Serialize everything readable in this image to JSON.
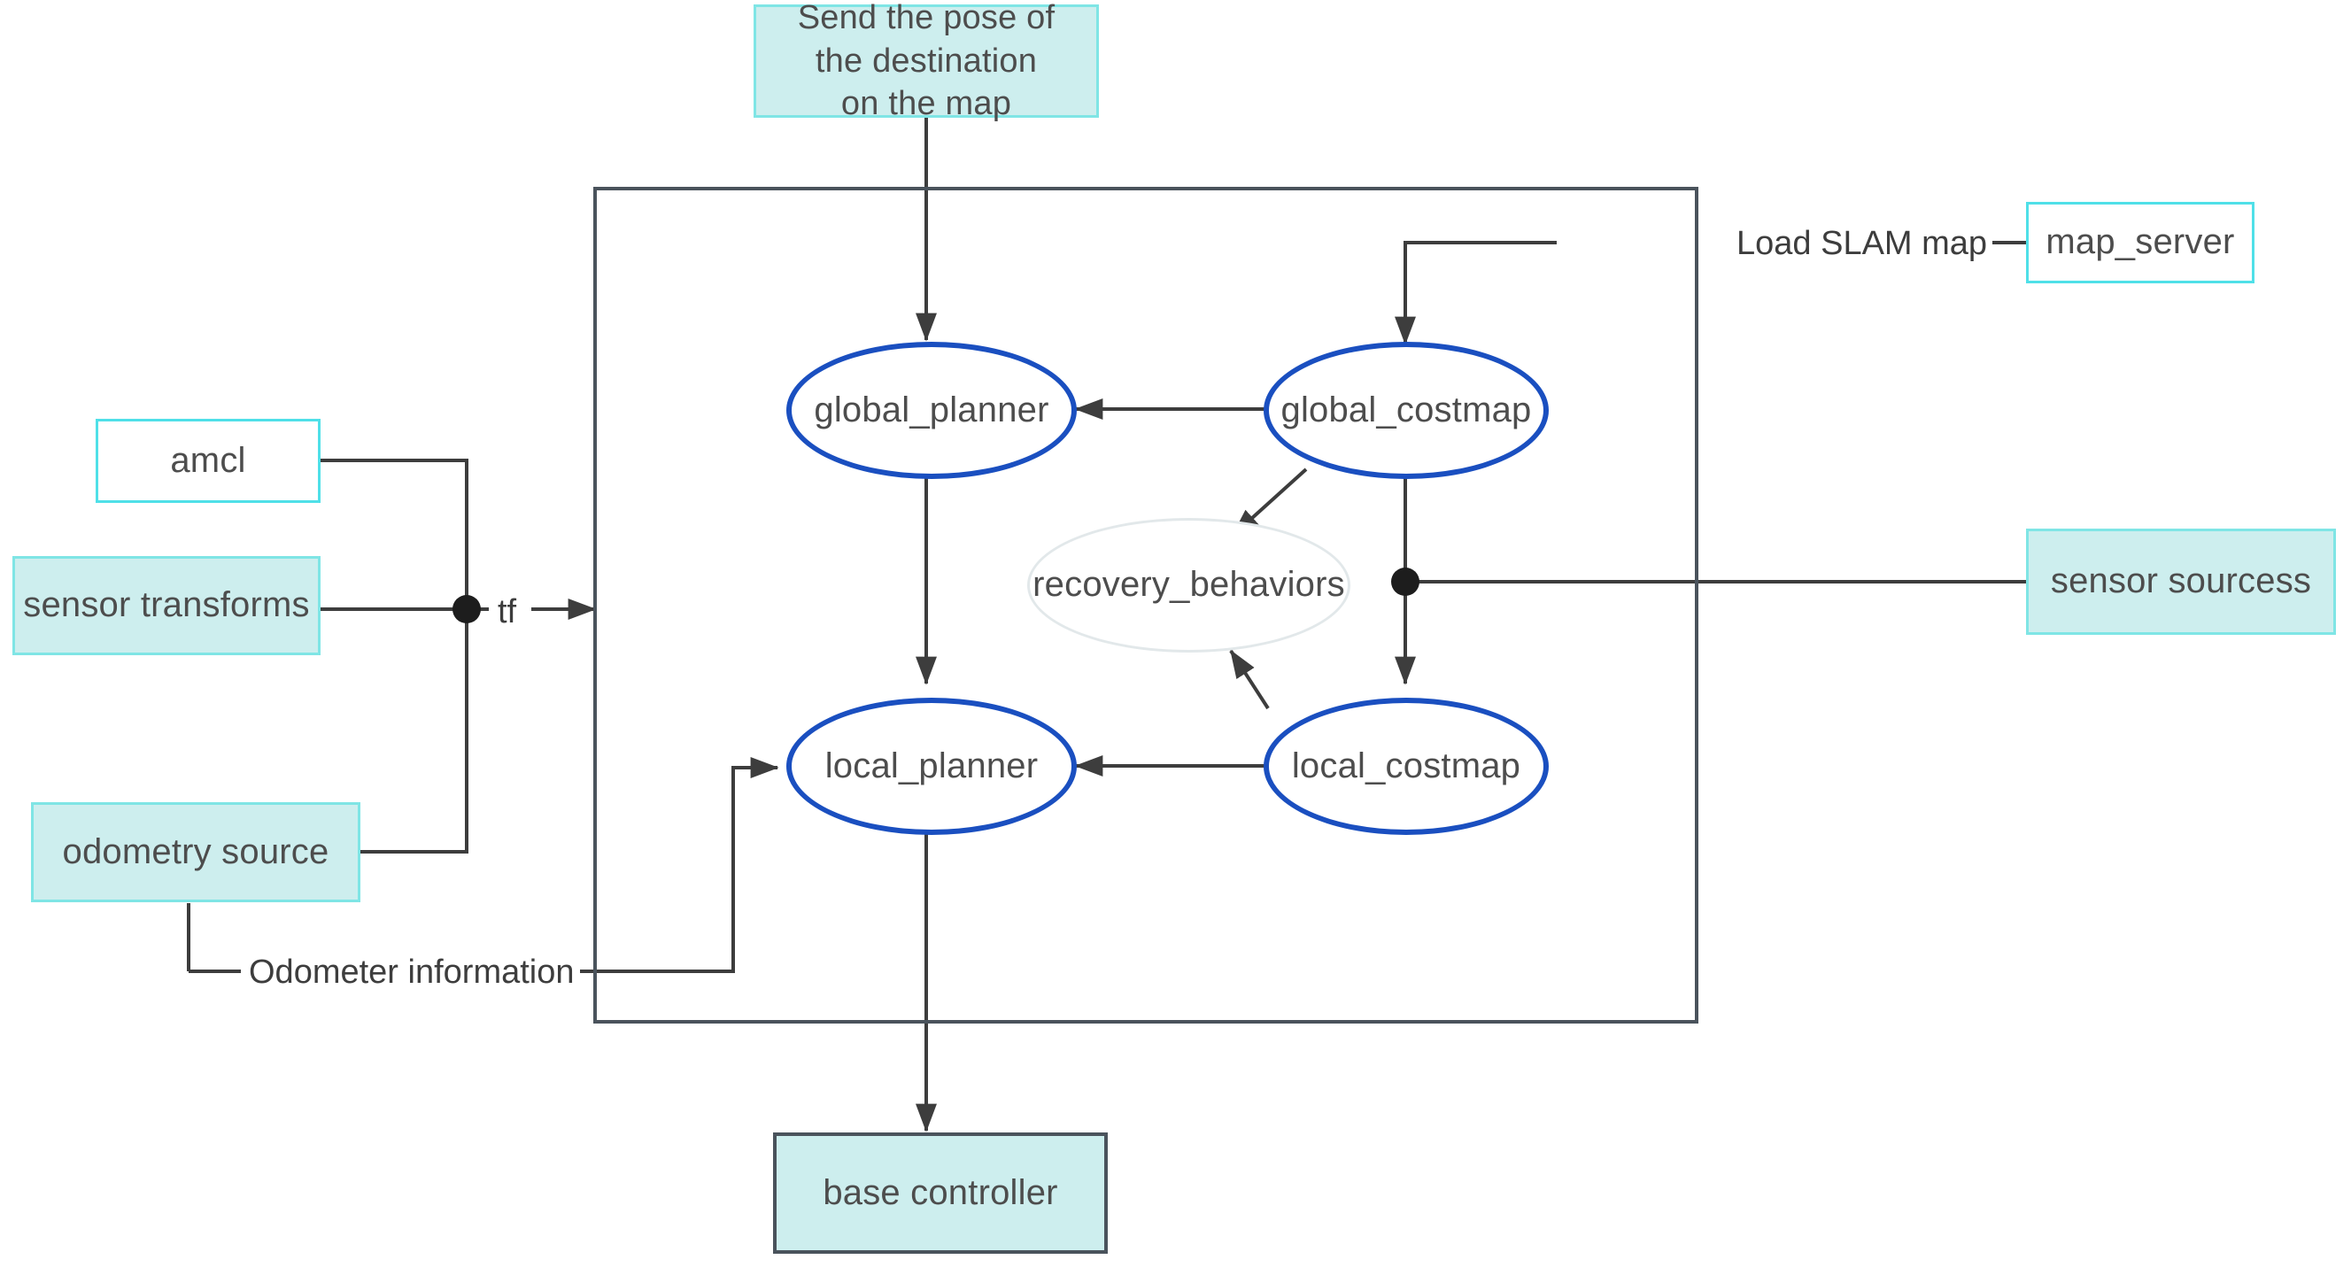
{
  "diagram": {
    "title": "ROS navigation stack diagram",
    "colors": {
      "cyan_border": "#4fe0e8",
      "cyan_fill": "#cdeeee",
      "blue_ellipse": "#1a4fc0",
      "pale_ellipse": "#e2e8ea",
      "dark_border": "#4a535c",
      "wire": "#3d3d3d",
      "text": "#4d4d4d",
      "background": "#ffffff"
    },
    "nodes": {
      "goal": {
        "label": "Send the pose of\nthe destination\non the map",
        "shape": "rect-fill"
      },
      "map_server": {
        "label": "map_server",
        "shape": "rect-outline"
      },
      "amcl": {
        "label": "amcl",
        "shape": "rect-outline"
      },
      "sensor_transforms": {
        "label": "sensor transforms",
        "shape": "rect-fill"
      },
      "odometry_source": {
        "label": "odometry source",
        "shape": "rect-fill"
      },
      "sensor_sources": {
        "label": "sensor sourcess",
        "shape": "rect-fill"
      },
      "base_controller": {
        "label": "base controller",
        "shape": "rect-dark"
      },
      "global_planner": {
        "label": "global_planner",
        "shape": "ellipse-blue"
      },
      "global_costmap": {
        "label": "global_costmap",
        "shape": "ellipse-blue"
      },
      "local_planner": {
        "label": "local_planner",
        "shape": "ellipse-blue"
      },
      "local_costmap": {
        "label": "local_costmap",
        "shape": "ellipse-blue"
      },
      "recovery_behaviors": {
        "label": "recovery_behaviors",
        "shape": "ellipse-pale"
      }
    },
    "edge_labels": {
      "tf": "tf",
      "odometer_information": "Odometer information",
      "load_slam_map": "Load SLAM map"
    },
    "edges": [
      {
        "from": "goal",
        "to": "global_planner",
        "arrow": true
      },
      {
        "from": "map_server",
        "to": "global_costmap",
        "label": "Load SLAM map",
        "arrow": true
      },
      {
        "from": "global_costmap",
        "to": "global_planner",
        "arrow": true
      },
      {
        "from": "global_costmap",
        "to": "recovery_behaviors",
        "arrow": true
      },
      {
        "from": "global_costmap",
        "to": "local_costmap",
        "arrow": true
      },
      {
        "from": "global_planner",
        "to": "local_planner",
        "arrow": true
      },
      {
        "from": "local_costmap",
        "to": "local_planner",
        "arrow": true
      },
      {
        "from": "local_costmap",
        "to": "recovery_behaviors",
        "arrow": true
      },
      {
        "from": "local_planner",
        "to": "base_controller",
        "arrow": true
      },
      {
        "from": "amcl",
        "to": "nav_stack",
        "label": "tf",
        "arrow": true
      },
      {
        "from": "sensor_transforms",
        "to": "nav_stack",
        "label": "tf",
        "arrow": true
      },
      {
        "from": "odometry_source",
        "to": "nav_stack",
        "label": "tf",
        "arrow": true
      },
      {
        "from": "odometry_source",
        "to": "local_planner",
        "label": "Odometer information",
        "arrow": true
      },
      {
        "from": "sensor_sources",
        "to": "costmaps",
        "arrow": false
      }
    ]
  }
}
